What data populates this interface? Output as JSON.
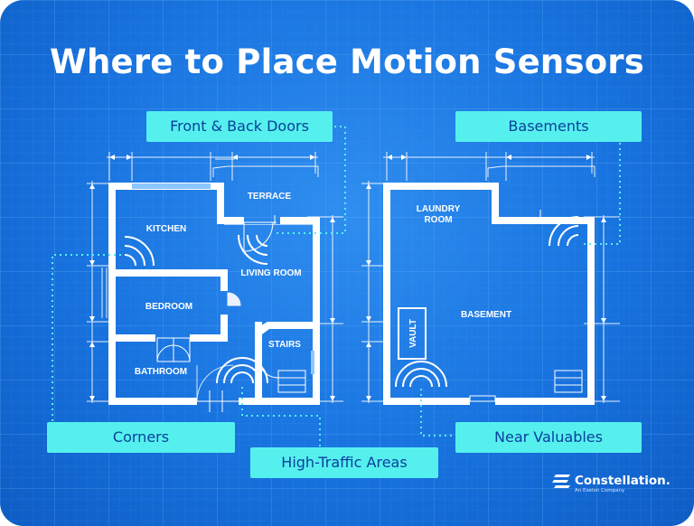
{
  "title": "Where to Place Motion Sensors",
  "callouts": {
    "front_back_doors": "Front & Back Doors",
    "basements": "Basements",
    "corners": "Corners",
    "high_traffic": "High-Traffic Areas",
    "near_valuables": "Near Valuables"
  },
  "rooms": {
    "kitchen": "KITCHEN",
    "terrace": "TERRACE",
    "living_room": "LIVING ROOM",
    "bedroom": "BEDROOM",
    "stairs": "STAIRS",
    "bathroom": "BATHROOM",
    "laundry_line1": "LAUNDRY",
    "laundry_line2": "ROOM",
    "basement": "BASEMENT",
    "vault": "VAULT"
  },
  "brand": {
    "name": "Constellation.",
    "tagline": "An Exelon Company"
  },
  "colors": {
    "background": "#1873df",
    "wall": "#ffffff",
    "callout": "#55f0ee",
    "callout_text": "#0c3f9c"
  }
}
